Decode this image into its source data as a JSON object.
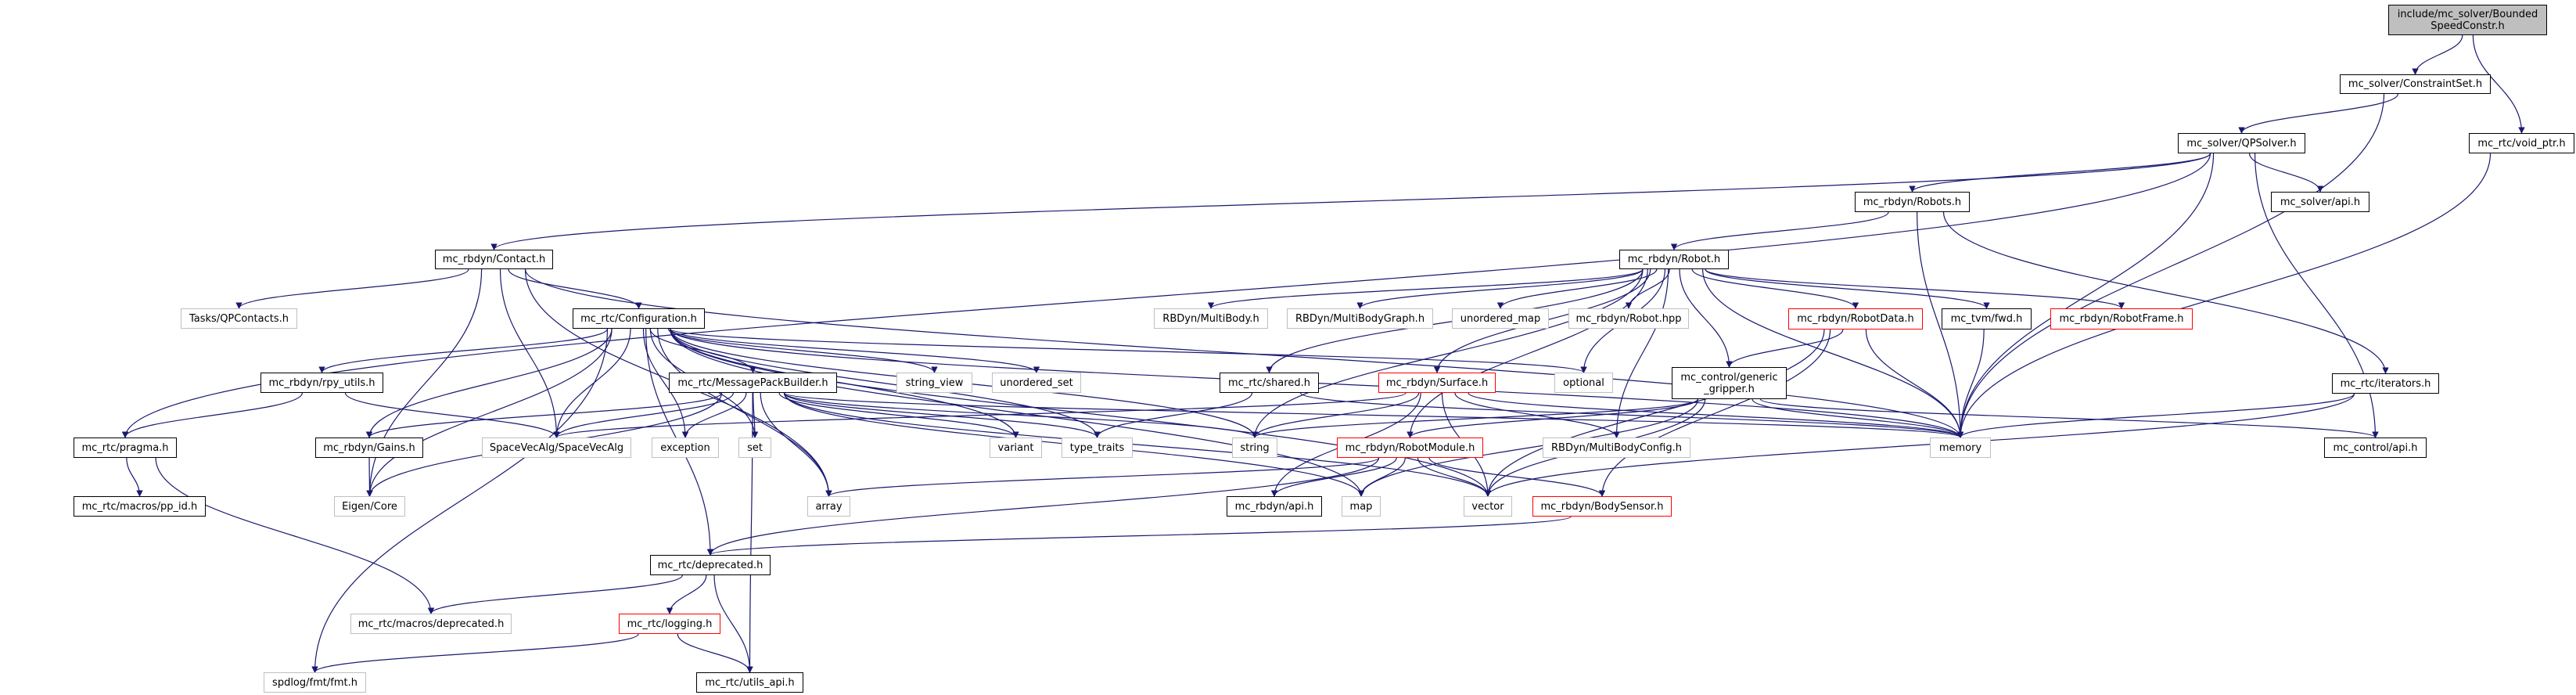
{
  "colors": {
    "edge": "#191970",
    "documented_border": "#000000",
    "external_border": "#bfbfbf",
    "incomplete_border": "#ff0000",
    "root_fill": "#bfbfbf"
  },
  "nodes": [
    {
      "id": "root",
      "label": "include/mc_solver/Bounded\nSpeedConstr.h",
      "kind": "root"
    },
    {
      "id": "constraintset",
      "label": "mc_solver/ConstraintSet.h",
      "kind": "documented"
    },
    {
      "id": "voidptr",
      "label": "mc_rtc/void_ptr.h",
      "kind": "documented"
    },
    {
      "id": "qpsolver",
      "label": "mc_solver/QPSolver.h",
      "kind": "documented"
    },
    {
      "id": "robots",
      "label": "mc_rbdyn/Robots.h",
      "kind": "documented"
    },
    {
      "id": "solverapi",
      "label": "mc_solver/api.h",
      "kind": "documented"
    },
    {
      "id": "contact",
      "label": "mc_rbdyn/Contact.h",
      "kind": "documented"
    },
    {
      "id": "robot",
      "label": "mc_rbdyn/Robot.h",
      "kind": "documented"
    },
    {
      "id": "qpcontacts",
      "label": "Tasks/QPContacts.h",
      "kind": "external"
    },
    {
      "id": "configuration",
      "label": "mc_rtc/Configuration.h",
      "kind": "documented"
    },
    {
      "id": "multibody",
      "label": "RBDyn/MultiBody.h",
      "kind": "external"
    },
    {
      "id": "multibodygraph",
      "label": "RBDyn/MultiBodyGraph.h",
      "kind": "external"
    },
    {
      "id": "unorderedmap",
      "label": "unordered_map",
      "kind": "external"
    },
    {
      "id": "robothpp",
      "label": "mc_rbdyn/Robot.hpp",
      "kind": "external"
    },
    {
      "id": "robotdata",
      "label": "mc_rbdyn/RobotData.h",
      "kind": "missing"
    },
    {
      "id": "tvmfwd",
      "label": "mc_tvm/fwd.h",
      "kind": "documented"
    },
    {
      "id": "robotframe",
      "label": "mc_rbdyn/RobotFrame.h",
      "kind": "missing"
    },
    {
      "id": "rpyutils",
      "label": "mc_rbdyn/rpy_utils.h",
      "kind": "documented"
    },
    {
      "id": "msgpack",
      "label": "mc_rtc/MessagePackBuilder.h",
      "kind": "documented"
    },
    {
      "id": "stringview",
      "label": "string_view",
      "kind": "external"
    },
    {
      "id": "unorderedset",
      "label": "unordered_set",
      "kind": "external"
    },
    {
      "id": "shared",
      "label": "mc_rtc/shared.h",
      "kind": "documented"
    },
    {
      "id": "surface",
      "label": "mc_rbdyn/Surface.h",
      "kind": "missing"
    },
    {
      "id": "optional",
      "label": "optional",
      "kind": "external"
    },
    {
      "id": "gripper",
      "label": "mc_control/generic\n_gripper.h",
      "kind": "documented"
    },
    {
      "id": "iterators",
      "label": "mc_rtc/iterators.h",
      "kind": "documented"
    },
    {
      "id": "pragma",
      "label": "mc_rtc/pragma.h",
      "kind": "documented"
    },
    {
      "id": "gains",
      "label": "mc_rbdyn/Gains.h",
      "kind": "documented"
    },
    {
      "id": "spacevecalg",
      "label": "SpaceVecAlg/SpaceVecAlg",
      "kind": "external"
    },
    {
      "id": "exception",
      "label": "exception",
      "kind": "external"
    },
    {
      "id": "set",
      "label": "set",
      "kind": "external"
    },
    {
      "id": "variant",
      "label": "variant",
      "kind": "external"
    },
    {
      "id": "typetraits",
      "label": "type_traits",
      "kind": "external"
    },
    {
      "id": "string",
      "label": "string",
      "kind": "external"
    },
    {
      "id": "robotmodule",
      "label": "mc_rbdyn/RobotModule.h",
      "kind": "missing"
    },
    {
      "id": "multibodyconfig",
      "label": "RBDyn/MultiBodyConfig.h",
      "kind": "external"
    },
    {
      "id": "memory",
      "label": "memory",
      "kind": "external"
    },
    {
      "id": "controlapi",
      "label": "mc_control/api.h",
      "kind": "documented"
    },
    {
      "id": "ppid",
      "label": "mc_rtc/macros/pp_id.h",
      "kind": "documented"
    },
    {
      "id": "eigencore",
      "label": "Eigen/Core",
      "kind": "external"
    },
    {
      "id": "array",
      "label": "array",
      "kind": "external"
    },
    {
      "id": "rbdynapi",
      "label": "mc_rbdyn/api.h",
      "kind": "documented"
    },
    {
      "id": "map",
      "label": "map",
      "kind": "external"
    },
    {
      "id": "vector",
      "label": "vector",
      "kind": "external"
    },
    {
      "id": "bodysensor",
      "label": "mc_rbdyn/BodySensor.h",
      "kind": "missing"
    },
    {
      "id": "deprecated",
      "label": "mc_rtc/deprecated.h",
      "kind": "documented"
    },
    {
      "id": "macrosdeprecated",
      "label": "mc_rtc/macros/deprecated.h",
      "kind": "external"
    },
    {
      "id": "logging",
      "label": "mc_rtc/logging.h",
      "kind": "missing"
    },
    {
      "id": "fmt",
      "label": "spdlog/fmt/fmt.h",
      "kind": "external"
    },
    {
      "id": "utilsapi",
      "label": "mc_rtc/utils_api.h",
      "kind": "documented"
    }
  ],
  "edges": [
    [
      "root",
      "constraintset"
    ],
    [
      "root",
      "voidptr"
    ],
    [
      "constraintset",
      "qpsolver"
    ],
    [
      "constraintset",
      "memory"
    ],
    [
      "voidptr",
      "memory"
    ],
    [
      "qpsolver",
      "pragma"
    ],
    [
      "qpsolver",
      "contact"
    ],
    [
      "qpsolver",
      "robots"
    ],
    [
      "qpsolver",
      "solverapi"
    ],
    [
      "qpsolver",
      "memory"
    ],
    [
      "qpsolver",
      "controlapi"
    ],
    [
      "robots",
      "robot"
    ],
    [
      "robots",
      "iterators"
    ],
    [
      "robots",
      "memory"
    ],
    [
      "contact",
      "qpcontacts"
    ],
    [
      "contact",
      "configuration"
    ],
    [
      "contact",
      "spacevecalg"
    ],
    [
      "contact",
      "eigencore"
    ],
    [
      "contact",
      "array"
    ],
    [
      "contact",
      "memory"
    ],
    [
      "configuration",
      "rpyutils"
    ],
    [
      "configuration",
      "msgpack"
    ],
    [
      "configuration",
      "gains"
    ],
    [
      "configuration",
      "spacevecalg"
    ],
    [
      "configuration",
      "exception"
    ],
    [
      "configuration",
      "set"
    ],
    [
      "configuration",
      "deprecated"
    ],
    [
      "configuration",
      "fmt"
    ],
    [
      "configuration",
      "eigencore"
    ],
    [
      "configuration",
      "stringview"
    ],
    [
      "configuration",
      "unorderedset"
    ],
    [
      "configuration",
      "variant"
    ],
    [
      "configuration",
      "typetraits"
    ],
    [
      "configuration",
      "string"
    ],
    [
      "configuration",
      "map"
    ],
    [
      "configuration",
      "vector"
    ],
    [
      "configuration",
      "optional"
    ],
    [
      "configuration",
      "memory"
    ],
    [
      "configuration",
      "array"
    ],
    [
      "rpyutils",
      "pragma"
    ],
    [
      "rpyutils",
      "spacevecalg"
    ],
    [
      "msgpack",
      "gains"
    ],
    [
      "msgpack",
      "spacevecalg"
    ],
    [
      "msgpack",
      "exception"
    ],
    [
      "msgpack",
      "set"
    ],
    [
      "msgpack",
      "array"
    ],
    [
      "msgpack",
      "eigencore"
    ],
    [
      "msgpack",
      "variant"
    ],
    [
      "msgpack",
      "typetraits"
    ],
    [
      "msgpack",
      "string"
    ],
    [
      "msgpack",
      "map"
    ],
    [
      "msgpack",
      "vector"
    ],
    [
      "msgpack",
      "memory"
    ],
    [
      "msgpack",
      "utilsapi"
    ],
    [
      "pragma",
      "ppid"
    ],
    [
      "pragma",
      "macrosdeprecated"
    ],
    [
      "gains",
      "eigencore"
    ],
    [
      "deprecated",
      "macrosdeprecated"
    ],
    [
      "deprecated",
      "logging"
    ],
    [
      "deprecated",
      "utilsapi"
    ],
    [
      "logging",
      "fmt"
    ],
    [
      "logging",
      "utilsapi"
    ],
    [
      "robot",
      "multibody"
    ],
    [
      "robot",
      "multibodygraph"
    ],
    [
      "robot",
      "unorderedmap"
    ],
    [
      "robot",
      "robothpp"
    ],
    [
      "robot",
      "optional"
    ],
    [
      "robot",
      "robotdata"
    ],
    [
      "robot",
      "tvmfwd"
    ],
    [
      "robot",
      "robotframe"
    ],
    [
      "robot",
      "gripper"
    ],
    [
      "robot",
      "surface"
    ],
    [
      "robot",
      "robotmodule"
    ],
    [
      "robot",
      "shared"
    ],
    [
      "robot",
      "multibodyconfig"
    ],
    [
      "robot",
      "memory"
    ],
    [
      "robot",
      "string"
    ],
    [
      "shared",
      "typetraits"
    ],
    [
      "shared",
      "memory"
    ],
    [
      "surface",
      "string"
    ],
    [
      "surface",
      "rbdynapi"
    ],
    [
      "surface",
      "vector"
    ],
    [
      "surface",
      "multibodyconfig"
    ],
    [
      "surface",
      "memory"
    ],
    [
      "surface",
      "spacevecalg"
    ],
    [
      "robotmodule",
      "rbdynapi"
    ],
    [
      "robotmodule",
      "map"
    ],
    [
      "robotmodule",
      "vector"
    ],
    [
      "robotmodule",
      "bodysensor"
    ],
    [
      "robotmodule",
      "deprecated"
    ],
    [
      "robotmodule",
      "array"
    ],
    [
      "gripper",
      "memory"
    ],
    [
      "gripper",
      "map"
    ],
    [
      "gripper",
      "vector"
    ],
    [
      "gripper",
      "controlapi"
    ],
    [
      "gripper",
      "robotmodule"
    ],
    [
      "gripper",
      "string"
    ],
    [
      "robotdata",
      "gripper"
    ],
    [
      "robotdata",
      "memory"
    ],
    [
      "robotdata",
      "bodysensor"
    ],
    [
      "robotdata",
      "vector"
    ],
    [
      "tvmfwd",
      "memory"
    ],
    [
      "iterators",
      "memory"
    ],
    [
      "iterators",
      "vector"
    ],
    [
      "bodysensor",
      "deprecated"
    ]
  ]
}
